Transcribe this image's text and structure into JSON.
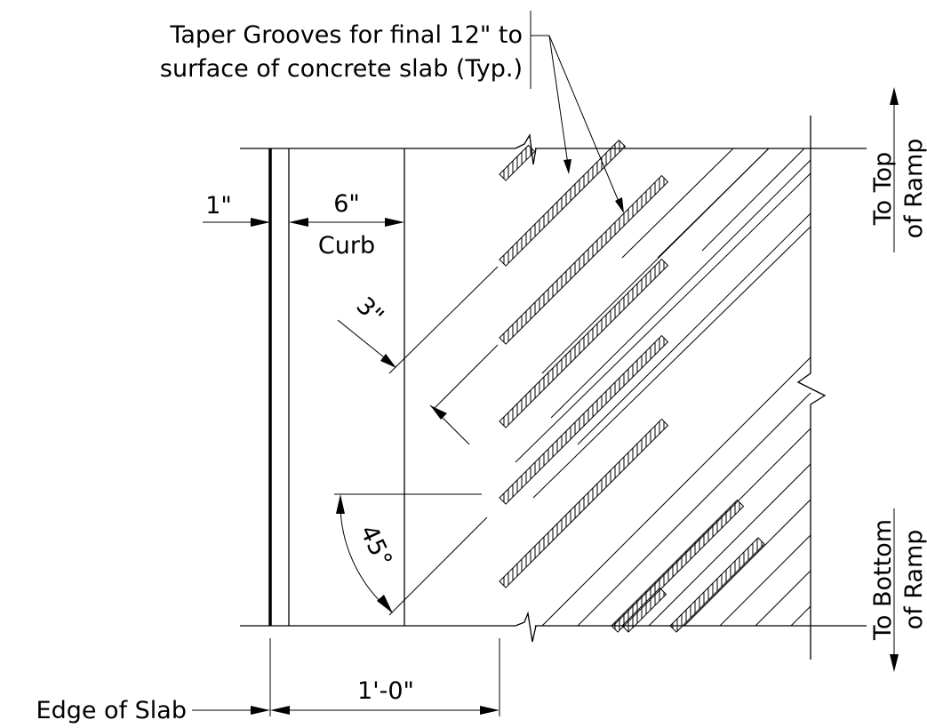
{
  "note": {
    "line1": "Taper Grooves for final 12\" to",
    "line2": "surface of concrete slab (Typ.)"
  },
  "dimensions": {
    "joint": "1\"",
    "curb_width": "6\"",
    "curb_label": "Curb",
    "groove_spacing": "3\"",
    "angle": "45°",
    "overall": "1'-0\""
  },
  "labels": {
    "edge_of_slab": "Edge of Slab",
    "top_line1": "To Top",
    "top_line2": "of Ramp",
    "bottom_line1": "To Bottom",
    "bottom_line2": "of Ramp"
  }
}
